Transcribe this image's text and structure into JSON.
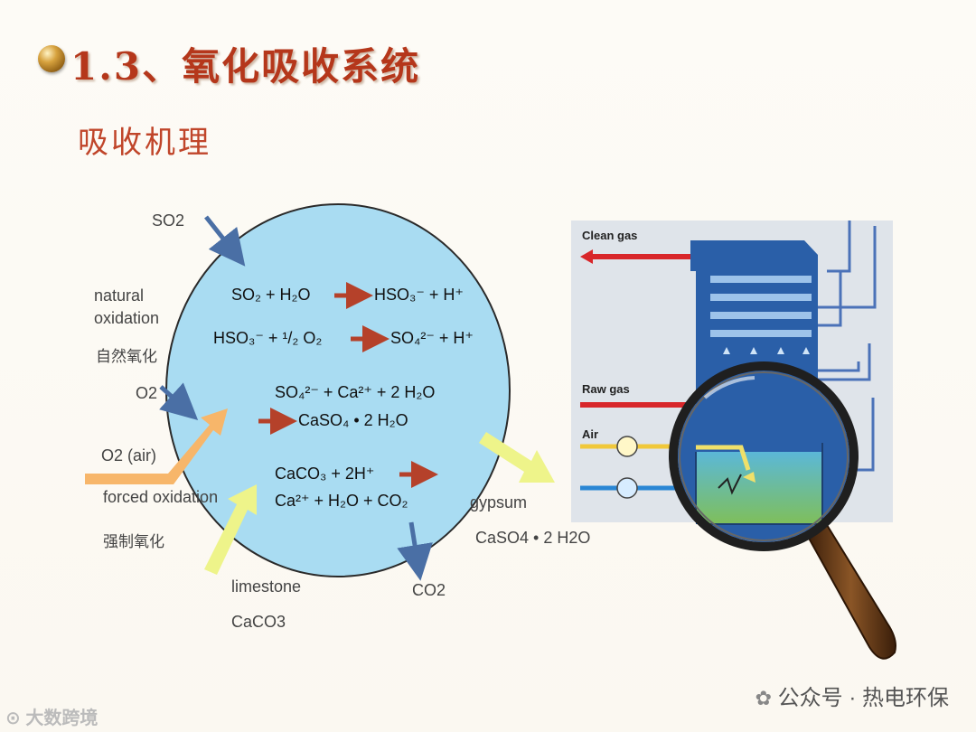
{
  "title": "1.3、氧化吸收系统",
  "subtitle": "吸收机理",
  "labels": {
    "so2": "SO2",
    "natural_oxidation_line1": "natural",
    "natural_oxidation_line2": "oxidation",
    "natural_oxidation_cn": "自然氧化",
    "o2": "O2",
    "o2_air": "O2 (air)",
    "forced_oxidation": "forced oxidation",
    "forced_oxidation_cn": "强制氧化",
    "limestone": "limestone",
    "caco3": "CaCO3",
    "co2": "CO2",
    "gypsum": "gypsum",
    "gypsum_formula": "CaSO4 • 2 H2O"
  },
  "equations": {
    "eq1_left": "SO₂ + H₂O",
    "eq1_right": "HSO₃⁻ + H⁺",
    "eq2_left": "HSO₃⁻ + ¹/₂ O₂",
    "eq2_right": "SO₄²⁻ + H⁺",
    "eq3_line1": "SO₄²⁻ + Ca²⁺ + 2 H₂O",
    "eq3_line2": "CaSO₄ • 2 H₂O",
    "eq4_line1": "CaCO₃ + 2H⁺",
    "eq4_line2": "Ca²⁺ + H₂O + CO₂"
  },
  "absorber": {
    "clean_gas": "Clean gas",
    "raw_gas": "Raw gas",
    "air": "Air"
  },
  "watermarks": {
    "right": "公众号 · 热电环保",
    "left": "大数跨境"
  },
  "colors": {
    "circle_fill": "#a9dcf2",
    "title": "#b5371b",
    "tower": "#2a5fa8",
    "red_arrow": "#d8262a",
    "orange_arrow": "#f7b66a",
    "yellow_arrow": "#eef48a"
  }
}
